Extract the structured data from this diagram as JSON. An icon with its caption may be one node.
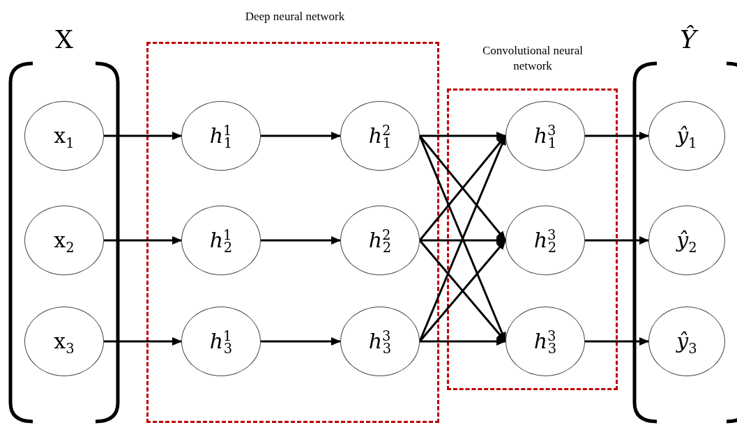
{
  "diagram": {
    "nodes": [
      {
        "text": [
          "X"
        ]
      },
      {
        "text": [
          "x$_{1}$"
        ],
        "in": 0
      },
      {
        "text": [
          "x$_{2}$"
        ],
        "in": 0
      },
      {
        "text": [
          "x$_{3}$"
        ],
        "in": 0
      },
      {
        "text": [
          "Deep neural network"
        ]
      },
      {
        "text": [
          "*h*$^{1}$$_{1}$"
        ],
        "in": 4
      },
      {
        "text": [
          "*h*$^{1}$$_{2}$"
        ],
        "in": 4
      },
      {
        "text": [
          "*h*$^{1}$$_{3}$"
        ],
        "in": 4
      },
      {
        "text": [
          "*h*$^{2}$$_{1}$"
        ],
        "in": 4
      },
      {
        "text": [
          "*h*$^{2}$$_{2}$"
        ],
        "in": 4
      },
      {
        "text": [
          "*h*$^{3}$$_{3}$"
        ],
        "in": 4
      },
      {
        "text": [
          "Convolutional neural network"
        ]
      },
      {
        "text": [
          "*h*$^{3}$$_{1}$"
        ],
        "in": 11
      },
      {
        "text": [
          "*h*$^{3}$$_{2}$"
        ],
        "in": 11
      },
      {
        "text": [
          "*h*$^{3}$$_{3}$"
        ],
        "in": 11
      },
      {
        "text": [
          "Ŷ"
        ]
      },
      {
        "text": [
          "*ŷ*$_{1}$"
        ],
        "in": 15
      },
      {
        "text": [
          "*ŷ*$_{2}$"
        ],
        "in": 15
      },
      {
        "text": [
          "*ŷ*$_{3}$"
        ],
        "in": 15
      }
    ],
    "edges": [
      {
        "from": 1,
        "to": 5,
        "arrow": "to"
      },
      {
        "from": 2,
        "to": 6,
        "arrow": "to"
      },
      {
        "from": 3,
        "to": 7,
        "arrow": "to"
      },
      {
        "from": 5,
        "to": 8,
        "arrow": "to"
      },
      {
        "from": 6,
        "to": 9,
        "arrow": "to"
      },
      {
        "from": 7,
        "to": 10,
        "arrow": "to"
      },
      {
        "from": 8,
        "to": 12,
        "arrow": "to"
      },
      {
        "from": 8,
        "to": 13,
        "arrow": "to"
      },
      {
        "from": 8,
        "to": 14,
        "arrow": "to"
      },
      {
        "from": 9,
        "to": 12,
        "arrow": "to"
      },
      {
        "from": 9,
        "to": 13,
        "arrow": "to"
      },
      {
        "from": 9,
        "to": 14,
        "arrow": "to"
      },
      {
        "from": 10,
        "to": 12,
        "arrow": "to"
      },
      {
        "from": 10,
        "to": 13,
        "arrow": "to"
      },
      {
        "from": 10,
        "to": 14,
        "arrow": "to"
      },
      {
        "from": 12,
        "to": 16,
        "arrow": "to"
      },
      {
        "from": 13,
        "to": 17,
        "arrow": "to"
      },
      {
        "from": 14,
        "to": 18,
        "arrow": "to"
      }
    ]
  }
}
